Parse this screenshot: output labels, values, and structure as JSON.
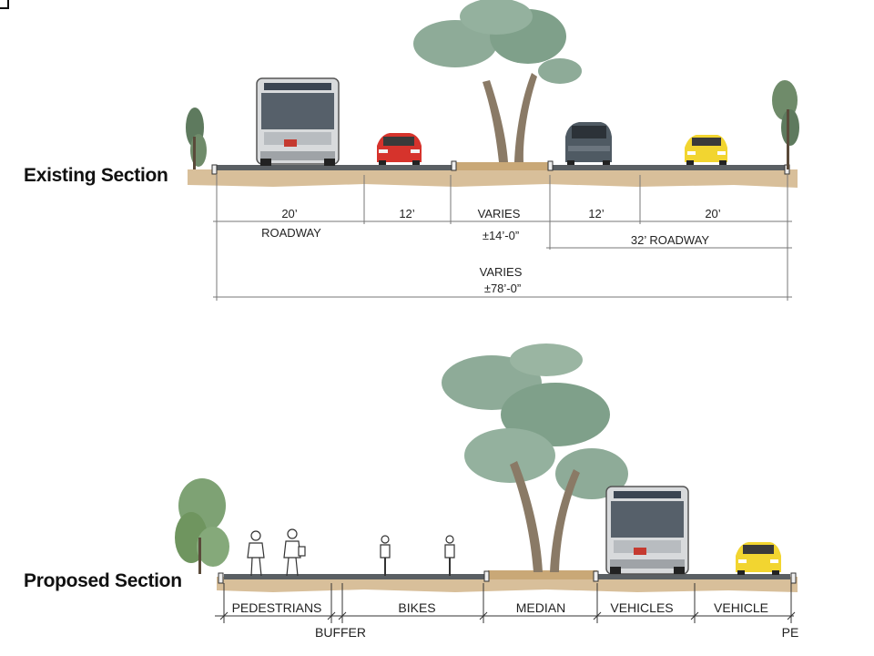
{
  "existing": {
    "title": "Existing Section",
    "dims": {
      "d1": "20’",
      "d2": "12’",
      "d3": "VARIES",
      "d3b": "±14’-0”",
      "d4": "12’",
      "d5": "20’",
      "roadway_left": "ROADWAY",
      "roadway_right": "32’ ROADWAY",
      "total": "VARIES",
      "total_b": "±78’-0”"
    }
  },
  "proposed": {
    "title": "Proposed Section",
    "zones": {
      "pedestrians": "PEDESTRIANS",
      "buffer": "BUFFER",
      "bikes": "BIKES",
      "median": "MEDIAN",
      "vehicles": "VEHICLES",
      "vehicles2": "VEHICLE",
      "pe": "PE"
    }
  },
  "colors": {
    "ground": "#d8bf9a",
    "pavement": "#555a5e",
    "tree": "#7fa08a",
    "bus": "#d8dadc",
    "red_car": "#d6332c",
    "grey_car": "#4f5a63",
    "yellow_car": "#f2d530"
  }
}
